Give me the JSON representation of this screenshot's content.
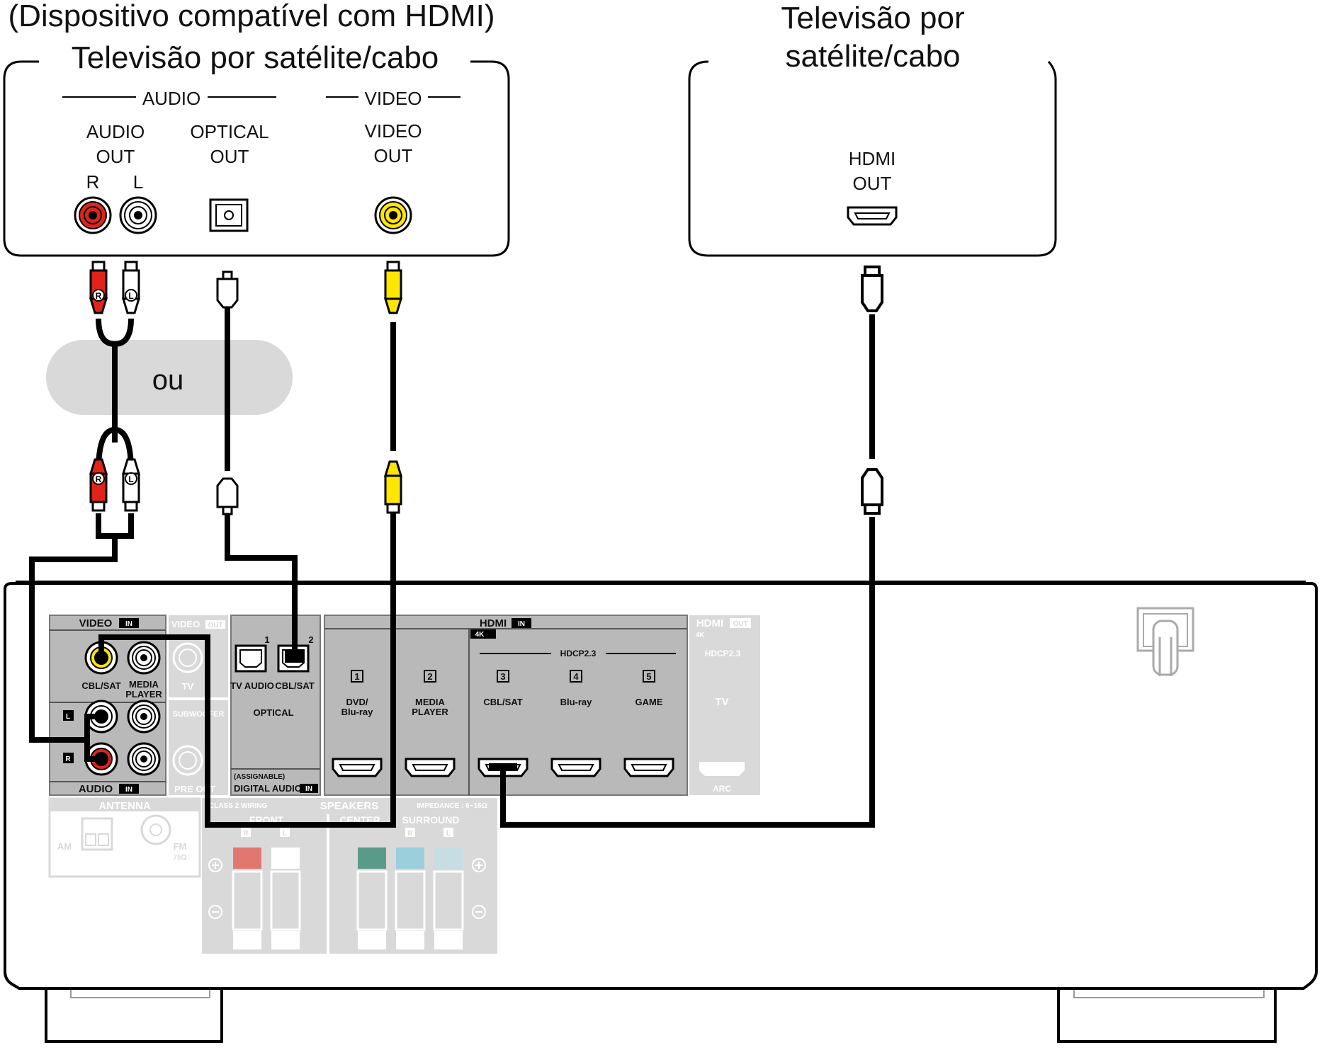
{
  "source_hdmi": {
    "heading_line1": "(Dispositivo compatível com HDMI)",
    "heading_line2": "Televisão por satélite/cabo",
    "audio_group": "AUDIO",
    "video_group": "VIDEO",
    "audio_out": [
      "AUDIO",
      "OUT"
    ],
    "optical_out": [
      "OPTICAL",
      "OUT"
    ],
    "video_out": [
      "VIDEO",
      "OUT"
    ],
    "jack_r": "R",
    "jack_l": "L"
  },
  "source_tv": {
    "heading_line1": "Televisão por",
    "heading_line2": "satélite/cabo",
    "hdmi_out": [
      "HDMI",
      "OUT"
    ]
  },
  "alternative_label": "ou",
  "plug_r": "R",
  "plug_l": "L",
  "receiver": {
    "video_in": {
      "title": "VIDEO",
      "badge": "IN",
      "jack1": "CBL/SAT",
      "jack2": [
        "MEDIA",
        "PLAYER"
      ]
    },
    "video_out": {
      "title": "VIDEO",
      "badge": "OUT",
      "label": "TV"
    },
    "subwoofer": "SUBWOOFER",
    "pre_out": "PRE OUT",
    "audio_in": {
      "title": "AUDIO",
      "badge": "IN",
      "side_l": "L",
      "side_r": "R"
    },
    "optical": {
      "num1": "1",
      "num2": "2",
      "label1": "TV AUDIO",
      "label2": "CBL/SAT",
      "name": "OPTICAL",
      "assignable": "(ASSIGNABLE)",
      "digital_audio": "DIGITAL AUDIO",
      "badge": "IN"
    },
    "hdmi_in": {
      "title": "HDMI",
      "badge": "IN",
      "tag_4k": "4K",
      "hdcp": "HDCP2.3",
      "ports": [
        {
          "num": "1",
          "label": [
            "DVD/",
            "Blu-ray"
          ]
        },
        {
          "num": "2",
          "label": [
            "MEDIA",
            "PLAYER"
          ]
        },
        {
          "num": "3",
          "label": [
            "CBL/SAT"
          ]
        },
        {
          "num": "4",
          "label": [
            "Blu-ray"
          ]
        },
        {
          "num": "5",
          "label": [
            "GAME"
          ]
        }
      ]
    },
    "hdmi_out": {
      "title": "HDMI",
      "badge": "OUT",
      "tag_4k": "4K",
      "hdcp": "HDCP2.3",
      "label": "TV",
      "arc": "ARC"
    },
    "antenna": {
      "title": "ANTENNA",
      "am": "AM",
      "fm": "FM",
      "fm_ohm": "75Ω"
    },
    "speakers": {
      "title": "SPEAKERS",
      "wiring": "CLASS 2 WIRING",
      "impedance": "IMPEDANCE : 6~16Ω",
      "front": "FRONT",
      "center": "CENTER",
      "surround": "SURROUND",
      "r": "R",
      "l": "L"
    }
  },
  "colors": {
    "cable": "#000000",
    "audio_red": "#e2231a",
    "audio_white": "#ffffff",
    "video_yellow": "#ffe600",
    "panel_dark": "#b9b9b9",
    "panel_light": "#d9d9d9",
    "ou_pill": "#d9d9d9"
  }
}
